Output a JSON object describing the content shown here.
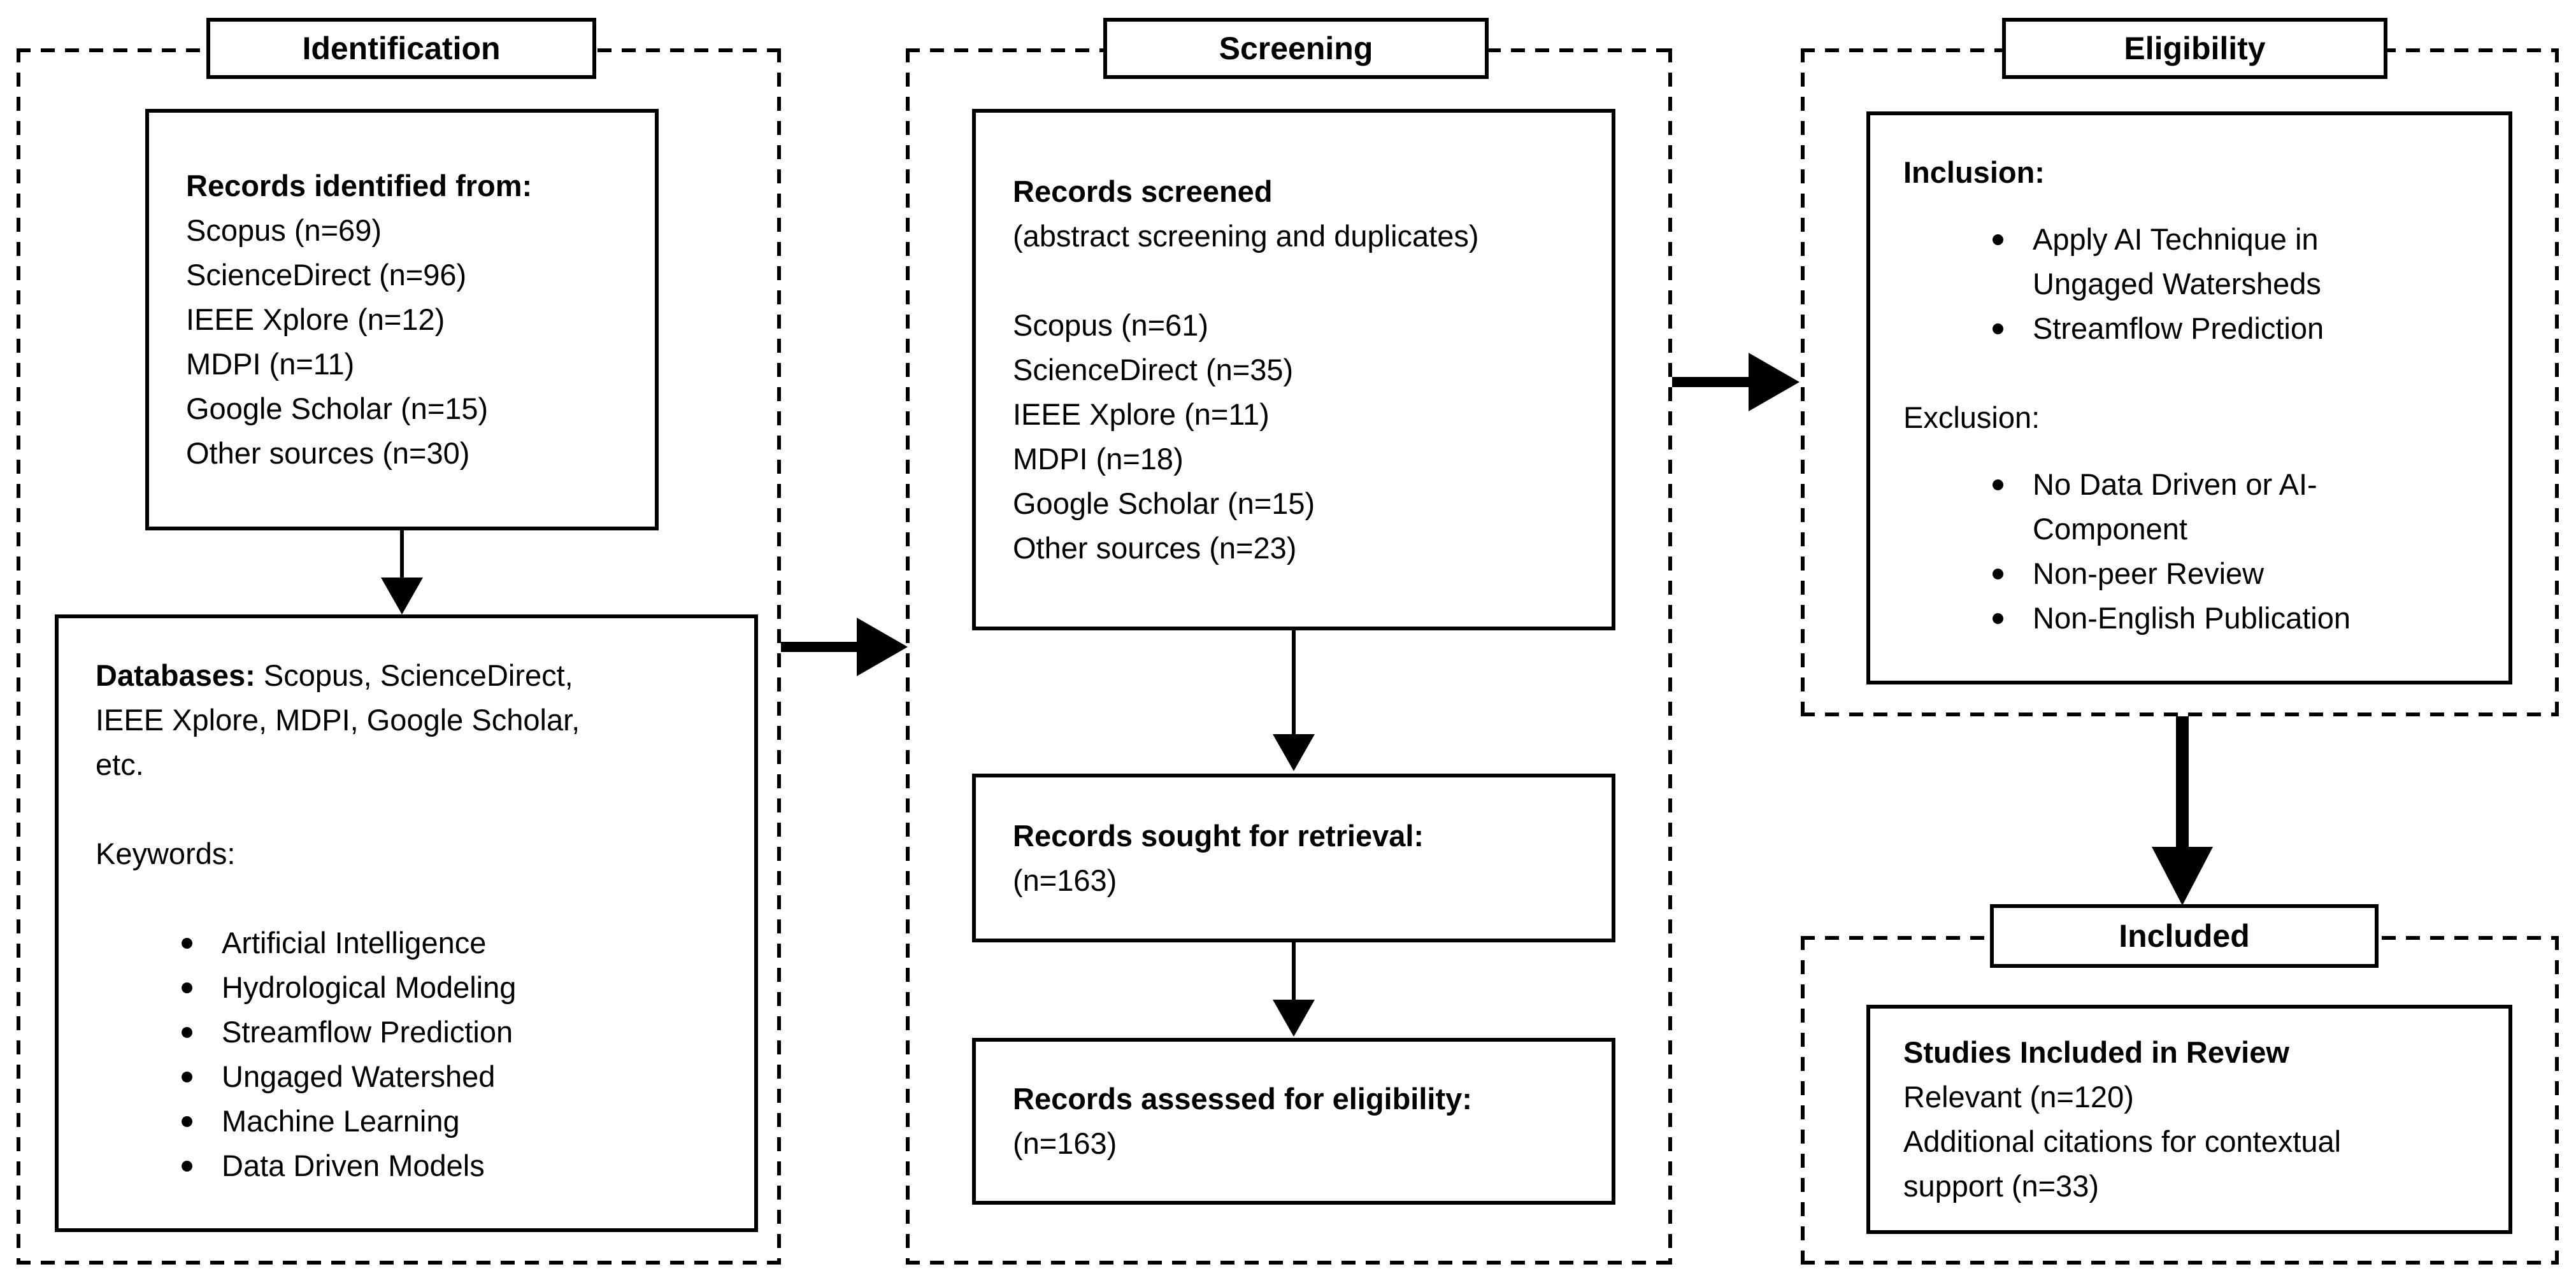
{
  "identification": {
    "title": "Identification",
    "records_box": {
      "heading": "Records identified from:",
      "items": [
        "Scopus (n=69)",
        "ScienceDirect (n=96)",
        "IEEE Xplore (n=12)",
        "MDPI (n=11)",
        "Google Scholar (n=15)",
        "Other sources (n=30)"
      ]
    },
    "databases_box": {
      "label_bold": "Databases:",
      "line1_rest": " Scopus, ScienceDirect,",
      "line2": "IEEE Xplore, MDPI, Google Scholar,",
      "line3": "etc.",
      "keywords_label": "Keywords:",
      "keywords": [
        "Artificial Intelligence",
        "Hydrological Modeling",
        "Streamflow Prediction",
        "Ungaged Watershed",
        "Machine Learning",
        "Data Driven Models"
      ]
    }
  },
  "screening": {
    "title": "Screening",
    "screened_box": {
      "heading": "Records screened",
      "subheading": "(abstract screening and duplicates)",
      "items": [
        "Scopus (n=61)",
        "ScienceDirect (n=35)",
        "IEEE Xplore (n=11)",
        "MDPI (n=18)",
        "Google Scholar (n=15)",
        "Other sources (n=23)"
      ]
    },
    "sought_box": {
      "heading": "Records sought for retrieval:",
      "count": "(n=163)"
    },
    "assessed_box": {
      "heading": "Records assessed for eligibility:",
      "count": "(n=163)"
    }
  },
  "eligibility": {
    "title": "Eligibility",
    "criteria_box": {
      "inclusion_label": "Inclusion:",
      "inclusion_items": [
        {
          "lines": [
            "Apply AI Technique in",
            "Ungaged Watersheds"
          ]
        },
        {
          "lines": [
            "Streamflow Prediction"
          ]
        }
      ],
      "exclusion_label": "Exclusion:",
      "exclusion_items": [
        {
          "lines": [
            "No Data Driven or AI-",
            "Component"
          ]
        },
        {
          "lines": [
            "Non-peer Review"
          ]
        },
        {
          "lines": [
            "Non-English Publication"
          ]
        }
      ]
    }
  },
  "included": {
    "title": "Included",
    "studies_box": {
      "heading": "Studies Included in Review",
      "lines": [
        "Relevant (n=120)",
        "Additional citations for contextual",
        "support (n=33)"
      ]
    }
  },
  "colors": {
    "ink": "#000000",
    "background": "#ffffff"
  }
}
